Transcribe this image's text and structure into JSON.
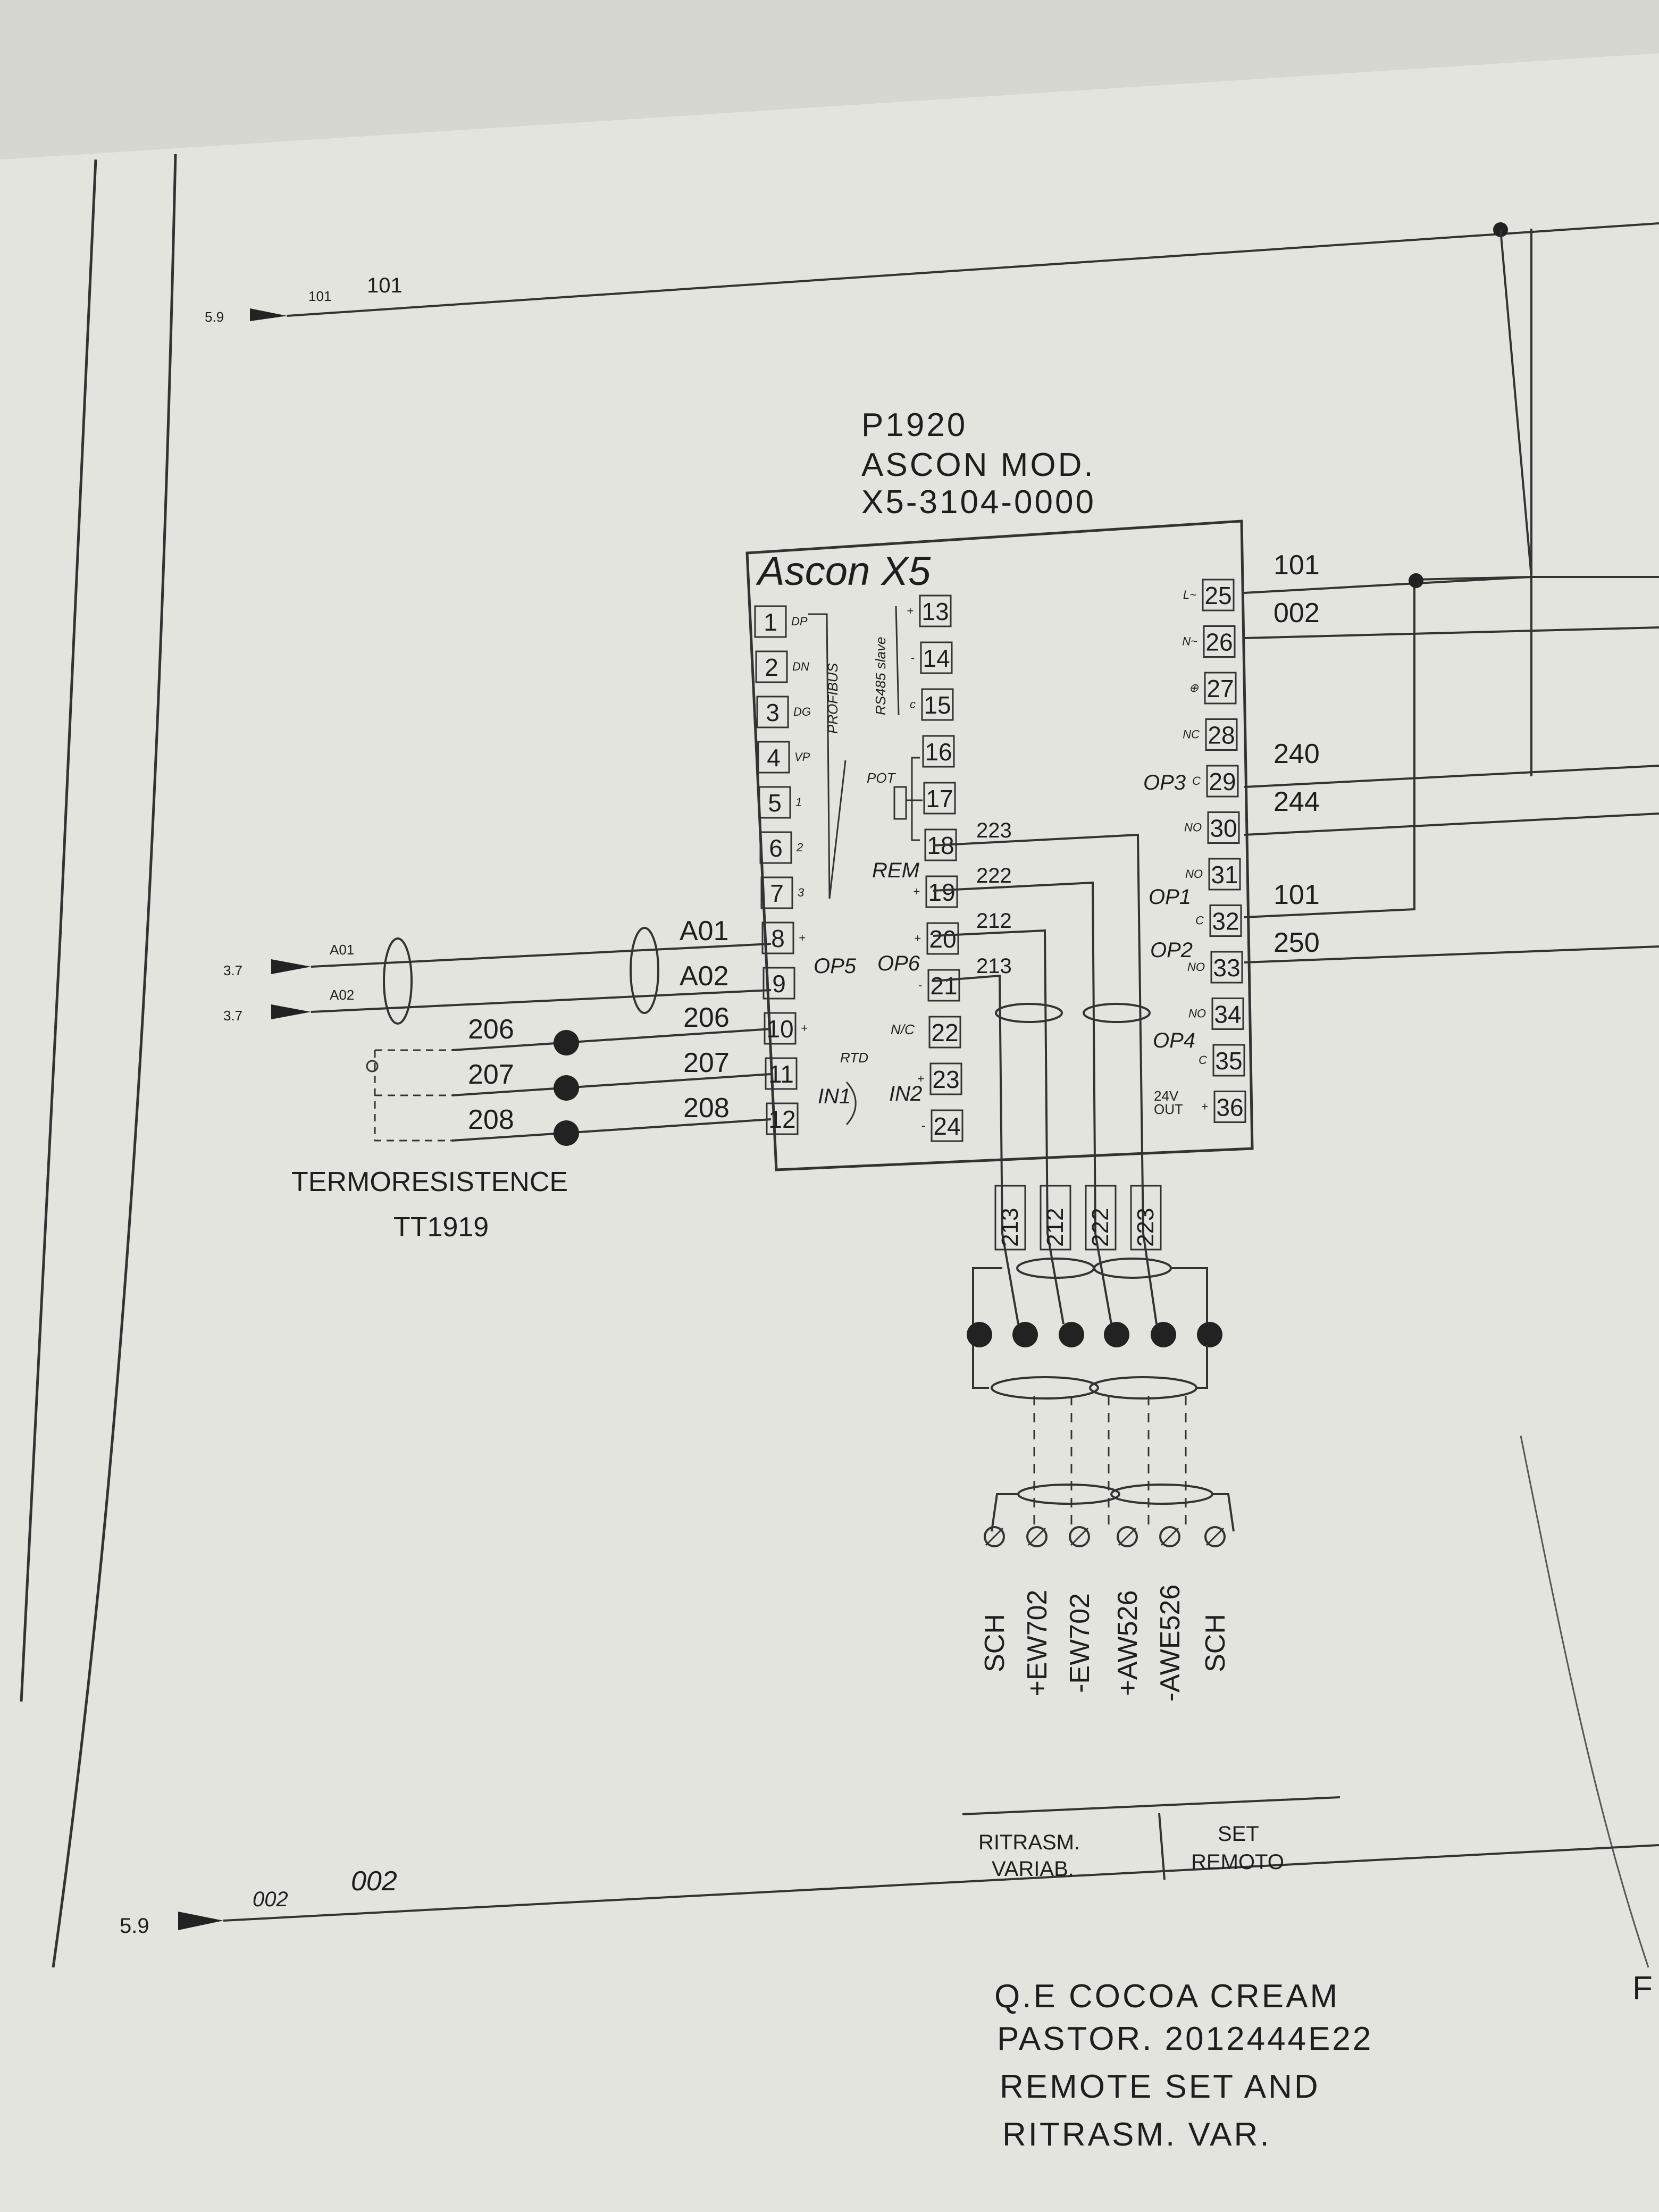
{
  "header": {
    "top_bus_small": "101",
    "top_bus_label": "101",
    "top_bus_ref": "5.9",
    "bottom_bus_small": "002",
    "bottom_bus_label": "002",
    "bottom_bus_ref": "5.9"
  },
  "device": {
    "tag": "P1920",
    "model_line1": "ASCON MOD.",
    "model_line2": "X5-3104-0000",
    "brand": "Ascon X5",
    "profibus_label": "PROFIBUS",
    "rs485_label": "RS485 slave",
    "pot_label": "POT",
    "rem_label": "REM",
    "op5_label": "OP5",
    "op6_label": "OP6",
    "nc_label": "N/C",
    "rtd_label": "RTD",
    "in1_label": "IN1",
    "in2_label": "IN2",
    "op3_label": "OP3",
    "op1_label": "OP1",
    "op2_label": "OP2",
    "op4_label": "OP4",
    "out24_label1": "24V",
    "out24_label2": "OUT"
  },
  "left_terminals": [
    {
      "num": "1",
      "tag": "DP"
    },
    {
      "num": "2",
      "tag": "DN"
    },
    {
      "num": "3",
      "tag": "DG"
    },
    {
      "num": "4",
      "tag": "VP"
    },
    {
      "num": "5",
      "tag": "1"
    },
    {
      "num": "6",
      "tag": "2"
    },
    {
      "num": "7",
      "tag": "3"
    },
    {
      "num": "8",
      "tag": "+"
    },
    {
      "num": "9",
      "tag": ""
    },
    {
      "num": "10",
      "tag": "+"
    },
    {
      "num": "11",
      "tag": ""
    },
    {
      "num": "12",
      "tag": ""
    }
  ],
  "mid_terminals": [
    {
      "num": "13",
      "tag": "+"
    },
    {
      "num": "14",
      "tag": "-"
    },
    {
      "num": "15",
      "tag": "c"
    },
    {
      "num": "16",
      "tag": ""
    },
    {
      "num": "17",
      "tag": ""
    },
    {
      "num": "18",
      "tag": ""
    },
    {
      "num": "19",
      "tag": "+"
    },
    {
      "num": "20",
      "tag": "+"
    },
    {
      "num": "21",
      "tag": "-"
    },
    {
      "num": "22",
      "tag": ""
    },
    {
      "num": "23",
      "tag": "+"
    },
    {
      "num": "24",
      "tag": "-"
    }
  ],
  "right_terminals": [
    {
      "num": "25",
      "tag": "L~"
    },
    {
      "num": "26",
      "tag": "N~"
    },
    {
      "num": "27",
      "tag": "⊕"
    },
    {
      "num": "28",
      "tag": "NC"
    },
    {
      "num": "29",
      "tag": "C"
    },
    {
      "num": "30",
      "tag": "NO"
    },
    {
      "num": "31",
      "tag": "NO"
    },
    {
      "num": "32",
      "tag": "C"
    },
    {
      "num": "33",
      "tag": "NO"
    },
    {
      "num": "34",
      "tag": "NO"
    },
    {
      "num": "35",
      "tag": "C"
    },
    {
      "num": "36",
      "tag": "+"
    }
  ],
  "right_wires": [
    {
      "terminal": "25",
      "label": "101"
    },
    {
      "terminal": "26",
      "label": "002"
    },
    {
      "terminal": "29",
      "label": "240"
    },
    {
      "terminal": "30",
      "label": "244"
    },
    {
      "terminal": "32",
      "label": "101"
    },
    {
      "terminal": "33",
      "label": "250"
    }
  ],
  "mid_wires": [
    {
      "terminal": "18",
      "label": "223"
    },
    {
      "terminal": "19",
      "label": "222"
    },
    {
      "terminal": "20",
      "label": "212"
    },
    {
      "terminal": "21",
      "label": "213"
    }
  ],
  "analog_inputs": [
    {
      "ref": "3.7",
      "cable_small": "A01",
      "label": "A01",
      "terminal": "8"
    },
    {
      "ref": "3.7",
      "cable_small": "A02",
      "label": "A02",
      "terminal": "9"
    }
  ],
  "rtd_wires": [
    {
      "left_label": "206",
      "right_label": "206",
      "terminal": "10"
    },
    {
      "left_label": "207",
      "right_label": "207",
      "terminal": "11"
    },
    {
      "left_label": "208",
      "right_label": "208",
      "terminal": "12"
    }
  ],
  "rtd_caption_line1": "TERMORESISTENCE",
  "rtd_caption_line2": "TT1919",
  "vertical_wires": [
    "213",
    "212",
    "222",
    "223"
  ],
  "field_terminals": [
    "SCH",
    "+EW702",
    "-EW702",
    "+AW526",
    "-AWE526",
    "SCH"
  ],
  "legend": {
    "left_line1": "RITRASM.",
    "left_line2": "VARIAB.",
    "right_line1": "SET",
    "right_line2": "REMOTO"
  },
  "title_block": {
    "line1": "Q.E COCOA CREAM",
    "line2": "PASTOR. 2012444E22",
    "line3": "REMOTE SET AND",
    "line4": "RITRASM. VAR.",
    "edge_letter": "F"
  }
}
